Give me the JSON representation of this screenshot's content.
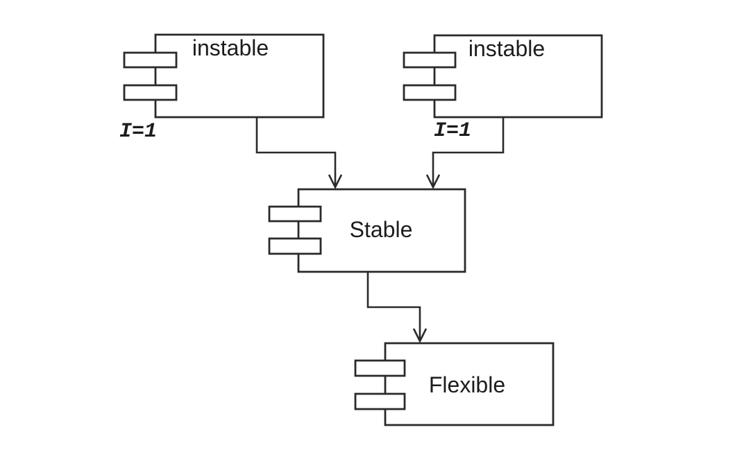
{
  "diagram": {
    "type": "uml-component-diagram",
    "background_color": "#ffffff",
    "line_color": "#2a2a2a",
    "text_color": "#1c1c1c",
    "nodes": [
      {
        "id": "instable-1",
        "label": "instable",
        "annotation": "I=1"
      },
      {
        "id": "instable-2",
        "label": "instable",
        "annotation": "I=1"
      },
      {
        "id": "stable",
        "label": "Stable"
      },
      {
        "id": "flexible",
        "label": "Flexible"
      }
    ],
    "edges": [
      {
        "from": "instable-1",
        "to": "stable",
        "style": "elbow-open-arrow"
      },
      {
        "from": "instable-2",
        "to": "stable",
        "style": "elbow-open-arrow"
      },
      {
        "from": "stable",
        "to": "flexible",
        "style": "elbow-open-arrow"
      }
    ]
  }
}
